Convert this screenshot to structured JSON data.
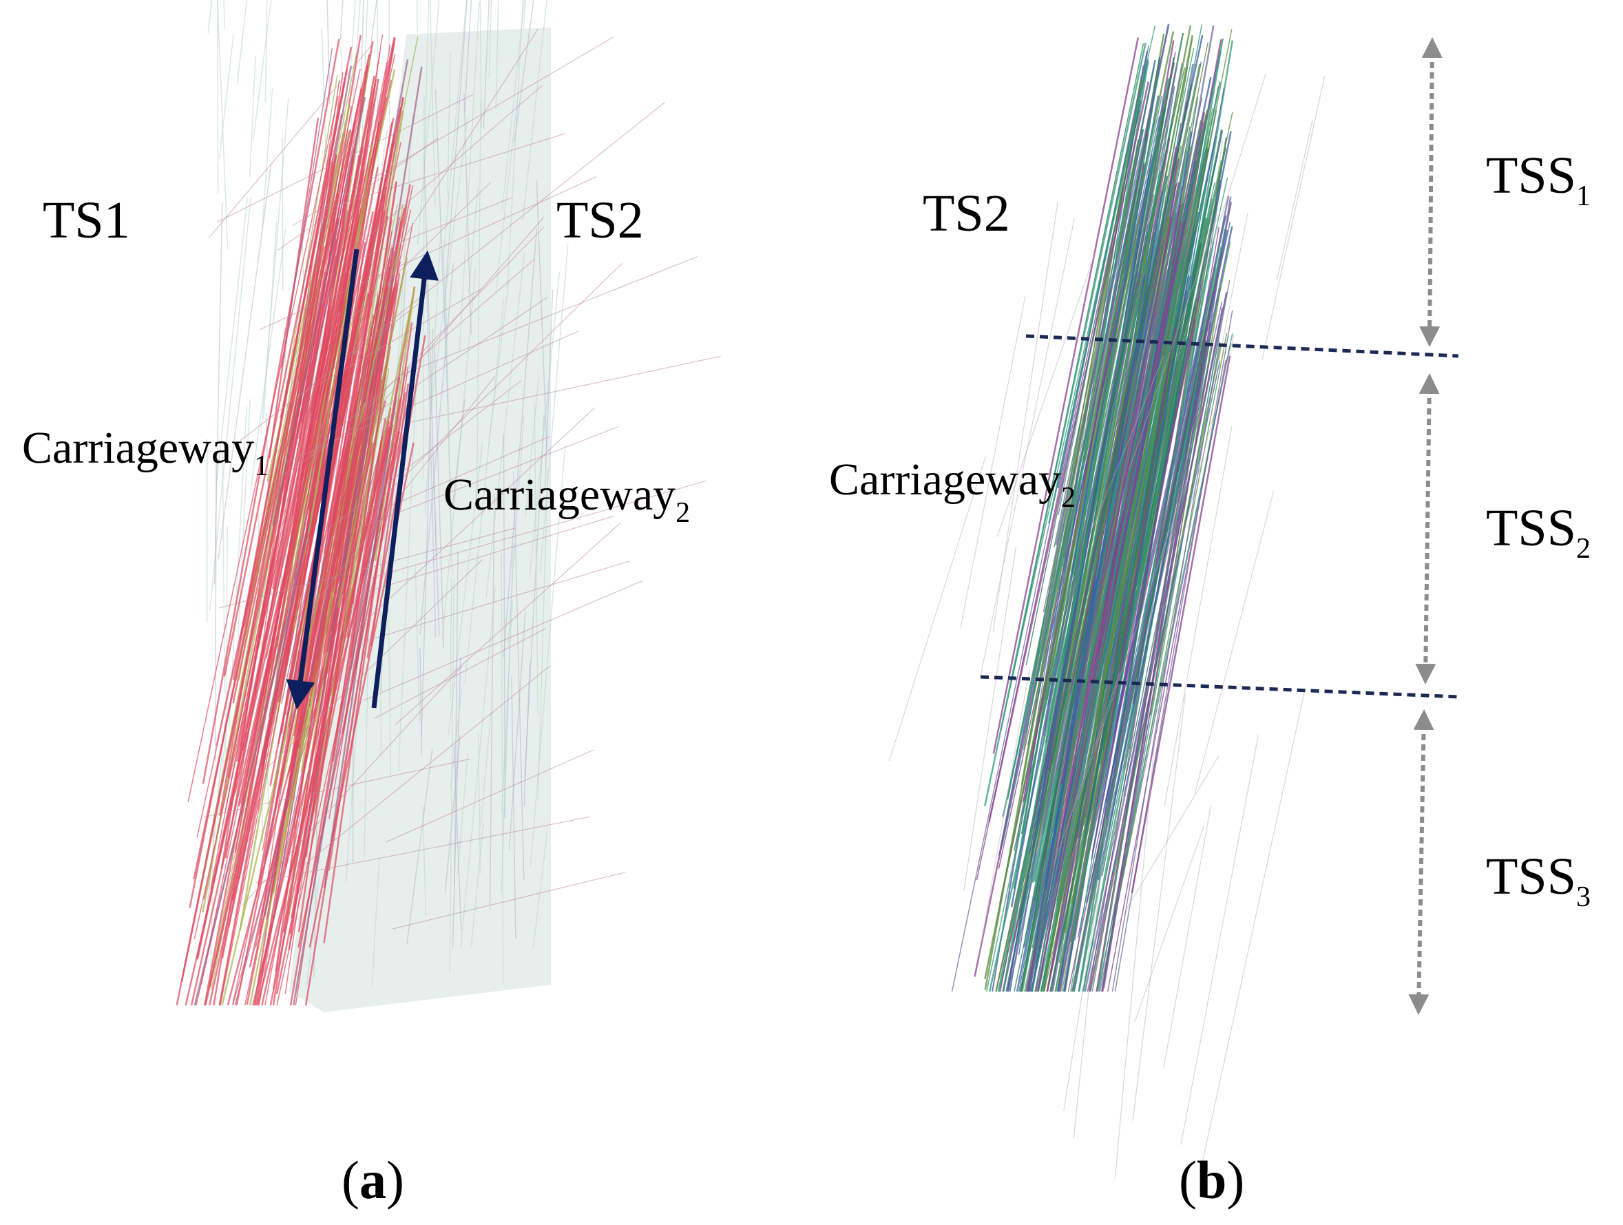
{
  "panel_a": {
    "label_ts1": "TS1",
    "label_ts2": "TS2",
    "carriageway_1": {
      "text": "Carriageway",
      "subscript": "1"
    },
    "carriageway_2": {
      "text": "Carriageway",
      "subscript": "2"
    },
    "caption": {
      "open": "(",
      "letter": "a",
      "close": ")"
    }
  },
  "panel_b": {
    "label_ts2": "TS2",
    "carriageway_2": {
      "text": "Carriageway",
      "subscript": "2"
    },
    "segments": [
      {
        "text": "TSS",
        "subscript": "1"
      },
      {
        "text": "TSS",
        "subscript": "2"
      },
      {
        "text": "TSS",
        "subscript": "3"
      }
    ],
    "caption": {
      "open": "(",
      "letter": "b",
      "close": ")"
    }
  },
  "colors": {
    "arrow_navy": "#0d1f5c",
    "carriageway1_traj": "#e0485f",
    "carriageway2_traj": "#bcd6cf",
    "panel_b_traj": [
      "#2f7d5a",
      "#3a5fa8",
      "#8a3f8f",
      "#2f9a7a",
      "#6e6e9e",
      "#5a8f3f"
    ],
    "dashed_separator": "#1b2a55",
    "segment_arrow": "#8c8c8c"
  }
}
